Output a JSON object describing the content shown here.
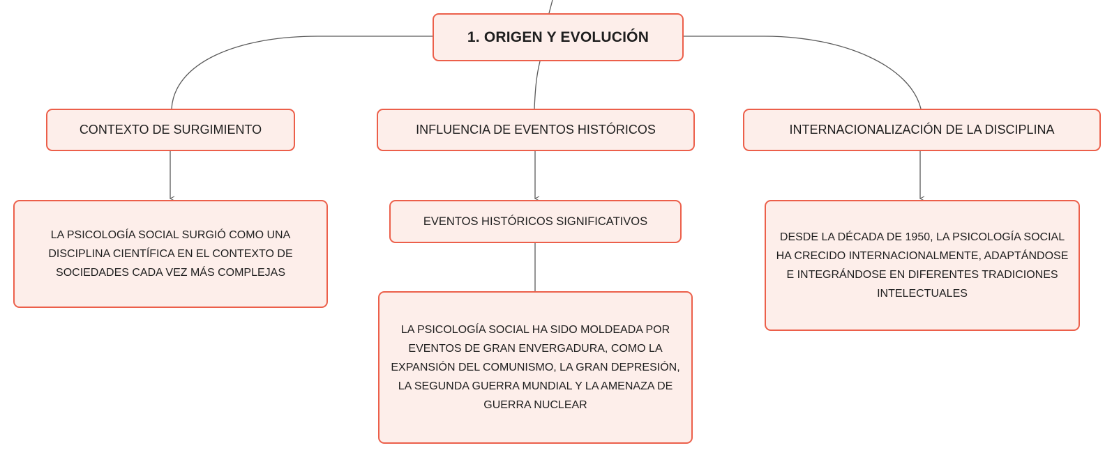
{
  "diagram": {
    "root": {
      "label": "1. ORIGEN Y EVOLUCIÓN"
    },
    "branches": [
      {
        "label": "CONTEXTO DE SURGIMIENTO",
        "children": [
          {
            "text": "LA PSICOLOGÍA SOCIAL SURGIÓ COMO UNA DISCIPLINA CIENTÍFICA EN EL CONTEXTO DE SOCIEDADES CADA VEZ MÁS COMPLEJAS"
          }
        ]
      },
      {
        "label": "INFLUENCIA DE EVENTOS HISTÓRICOS",
        "children": [
          {
            "label": "EVENTOS HISTÓRICOS SIGNIFICATIVOS",
            "children": [
              {
                "text": "LA PSICOLOGÍA SOCIAL HA SIDO MOLDEADA POR EVENTOS DE GRAN ENVERGADURA, COMO LA EXPANSIÓN DEL COMUNISMO, LA GRAN DEPRESIÓN, LA SEGUNDA GUERRA MUNDIAL Y LA AMENAZA DE GUERRA NUCLEAR"
              }
            ]
          }
        ]
      },
      {
        "label": "INTERNACIONALIZACIÓN DE LA DISCIPLINA",
        "children": [
          {
            "text": "DESDE LA DÉCADA DE 1950, LA PSICOLOGÍA SOCIAL HA CRECIDO INTERNACIONALMENTE, ADAPTÁNDOSE E INTEGRÁNDOSE EN DIFERENTES TRADICIONES INTELECTUALES"
          }
        ]
      }
    ]
  },
  "colors": {
    "node_fill": "#fdeeea",
    "node_border": "#ec5f4a",
    "connector": "#5a5a5a"
  }
}
